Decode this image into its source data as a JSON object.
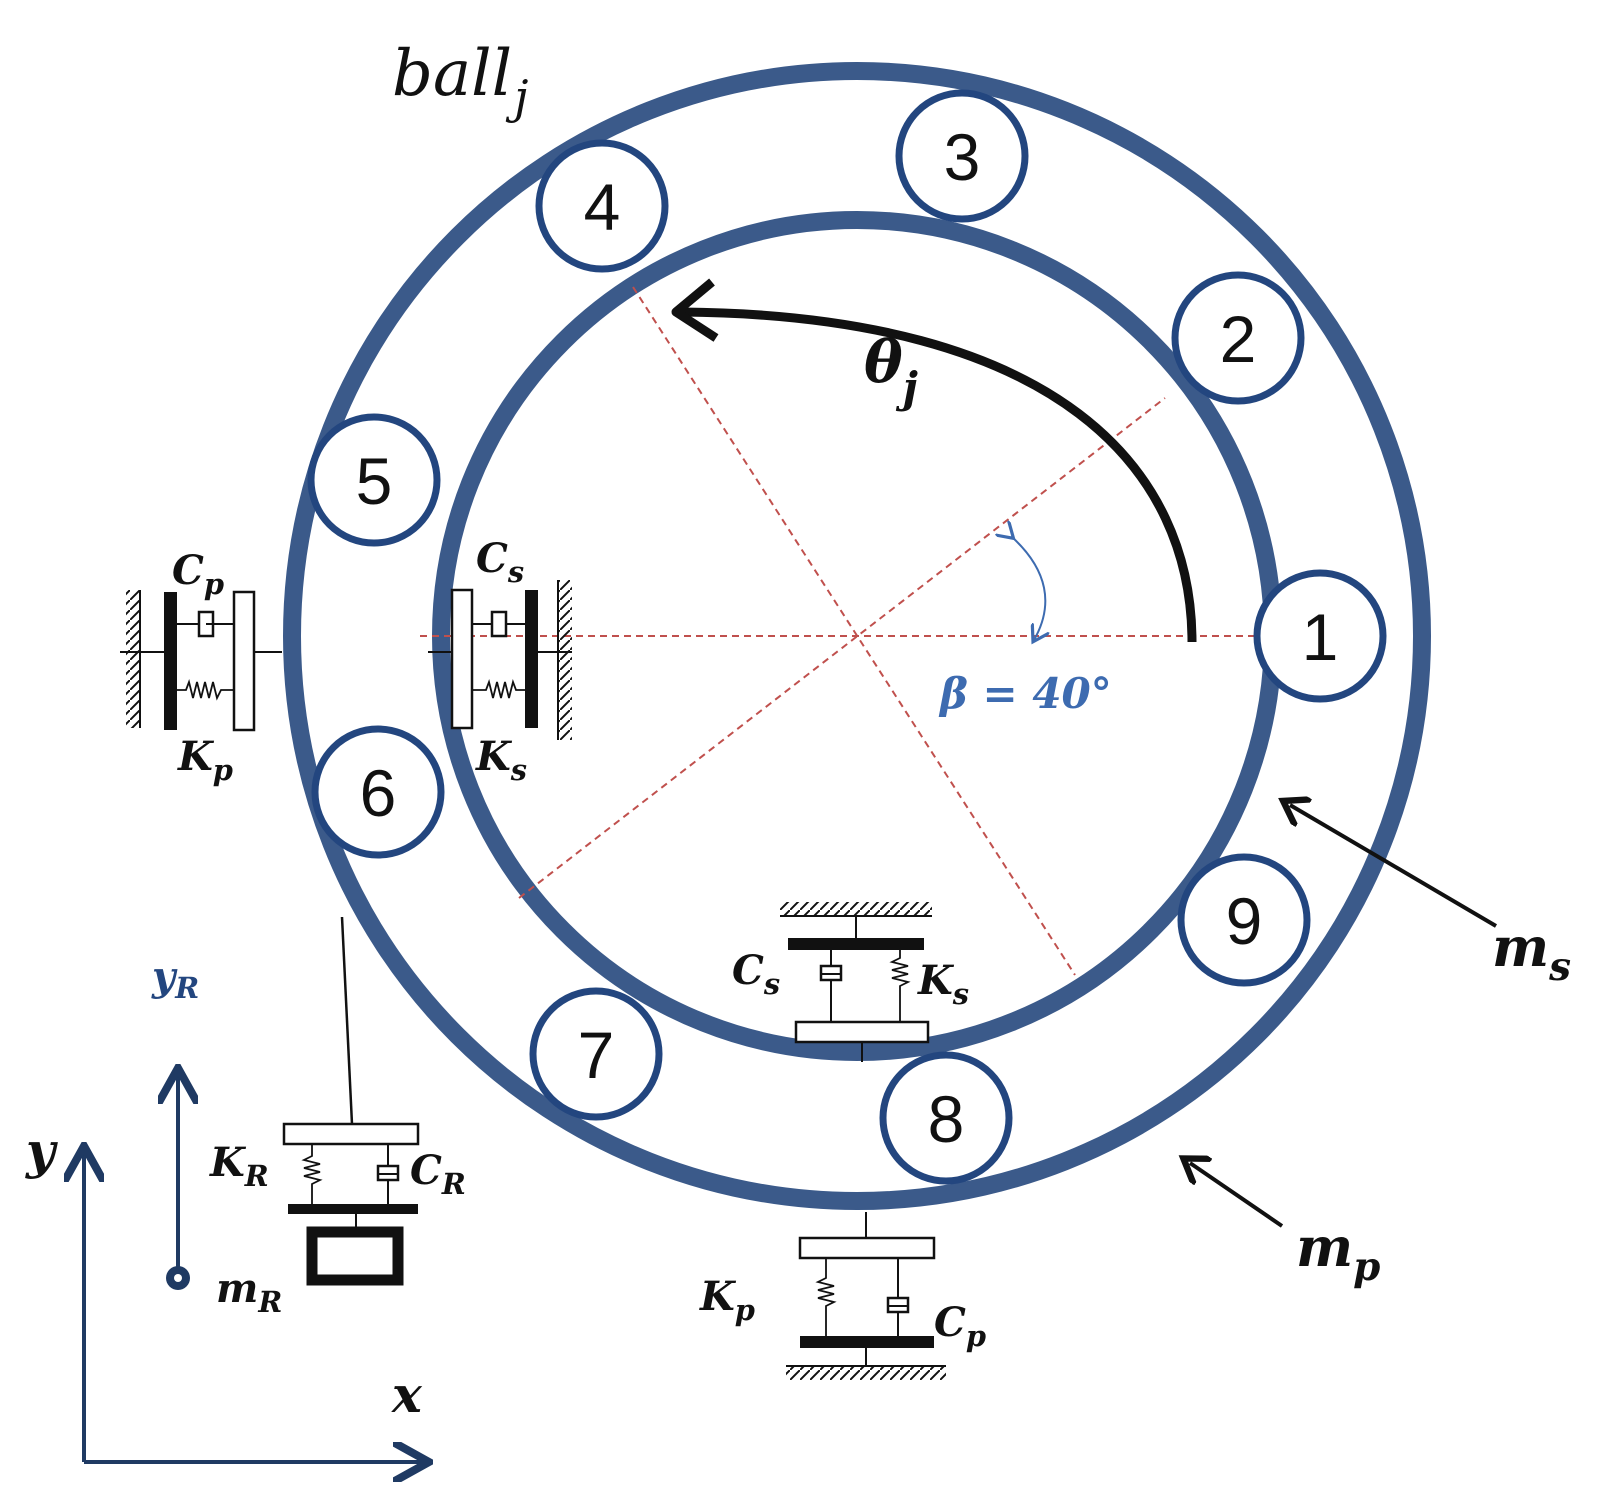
{
  "labels": {
    "ball": "ball",
    "ball_sub": "j",
    "theta": "θ",
    "theta_sub": "j",
    "beta": "β = 40°",
    "ms": "m",
    "ms_sub": "s",
    "mp": "m",
    "mp_sub": "p",
    "mR": "m",
    "mR_sub": "R",
    "yR": "y",
    "yR_sub": "R",
    "y_axis": "y",
    "x_axis": "x",
    "Cp_left": "C",
    "Cp_left_sub": "p",
    "Kp_left": "K",
    "Kp_left_sub": "p",
    "Cs_left": "C",
    "Cs_left_sub": "s",
    "Ks_left": "K",
    "Ks_left_sub": "s",
    "Cs_bottom": "C",
    "Cs_bottom_sub": "s",
    "Ks_bottom": "K",
    "Ks_bottom_sub": "s",
    "Kp_bottom": "K",
    "Kp_bottom_sub": "p",
    "Cp_bottom": "C",
    "Cp_bottom_sub": "p",
    "KR": "K",
    "KR_sub": "R",
    "CR": "C",
    "CR_sub": "R"
  },
  "balls": [
    "1",
    "2",
    "3",
    "4",
    "5",
    "6",
    "7",
    "8",
    "9"
  ],
  "colors": {
    "ring": "#3b5a8a",
    "ball": "#23467f",
    "dashed": "#c0504d",
    "beta": "#3d6bb0",
    "axis": "#1f3a63"
  }
}
